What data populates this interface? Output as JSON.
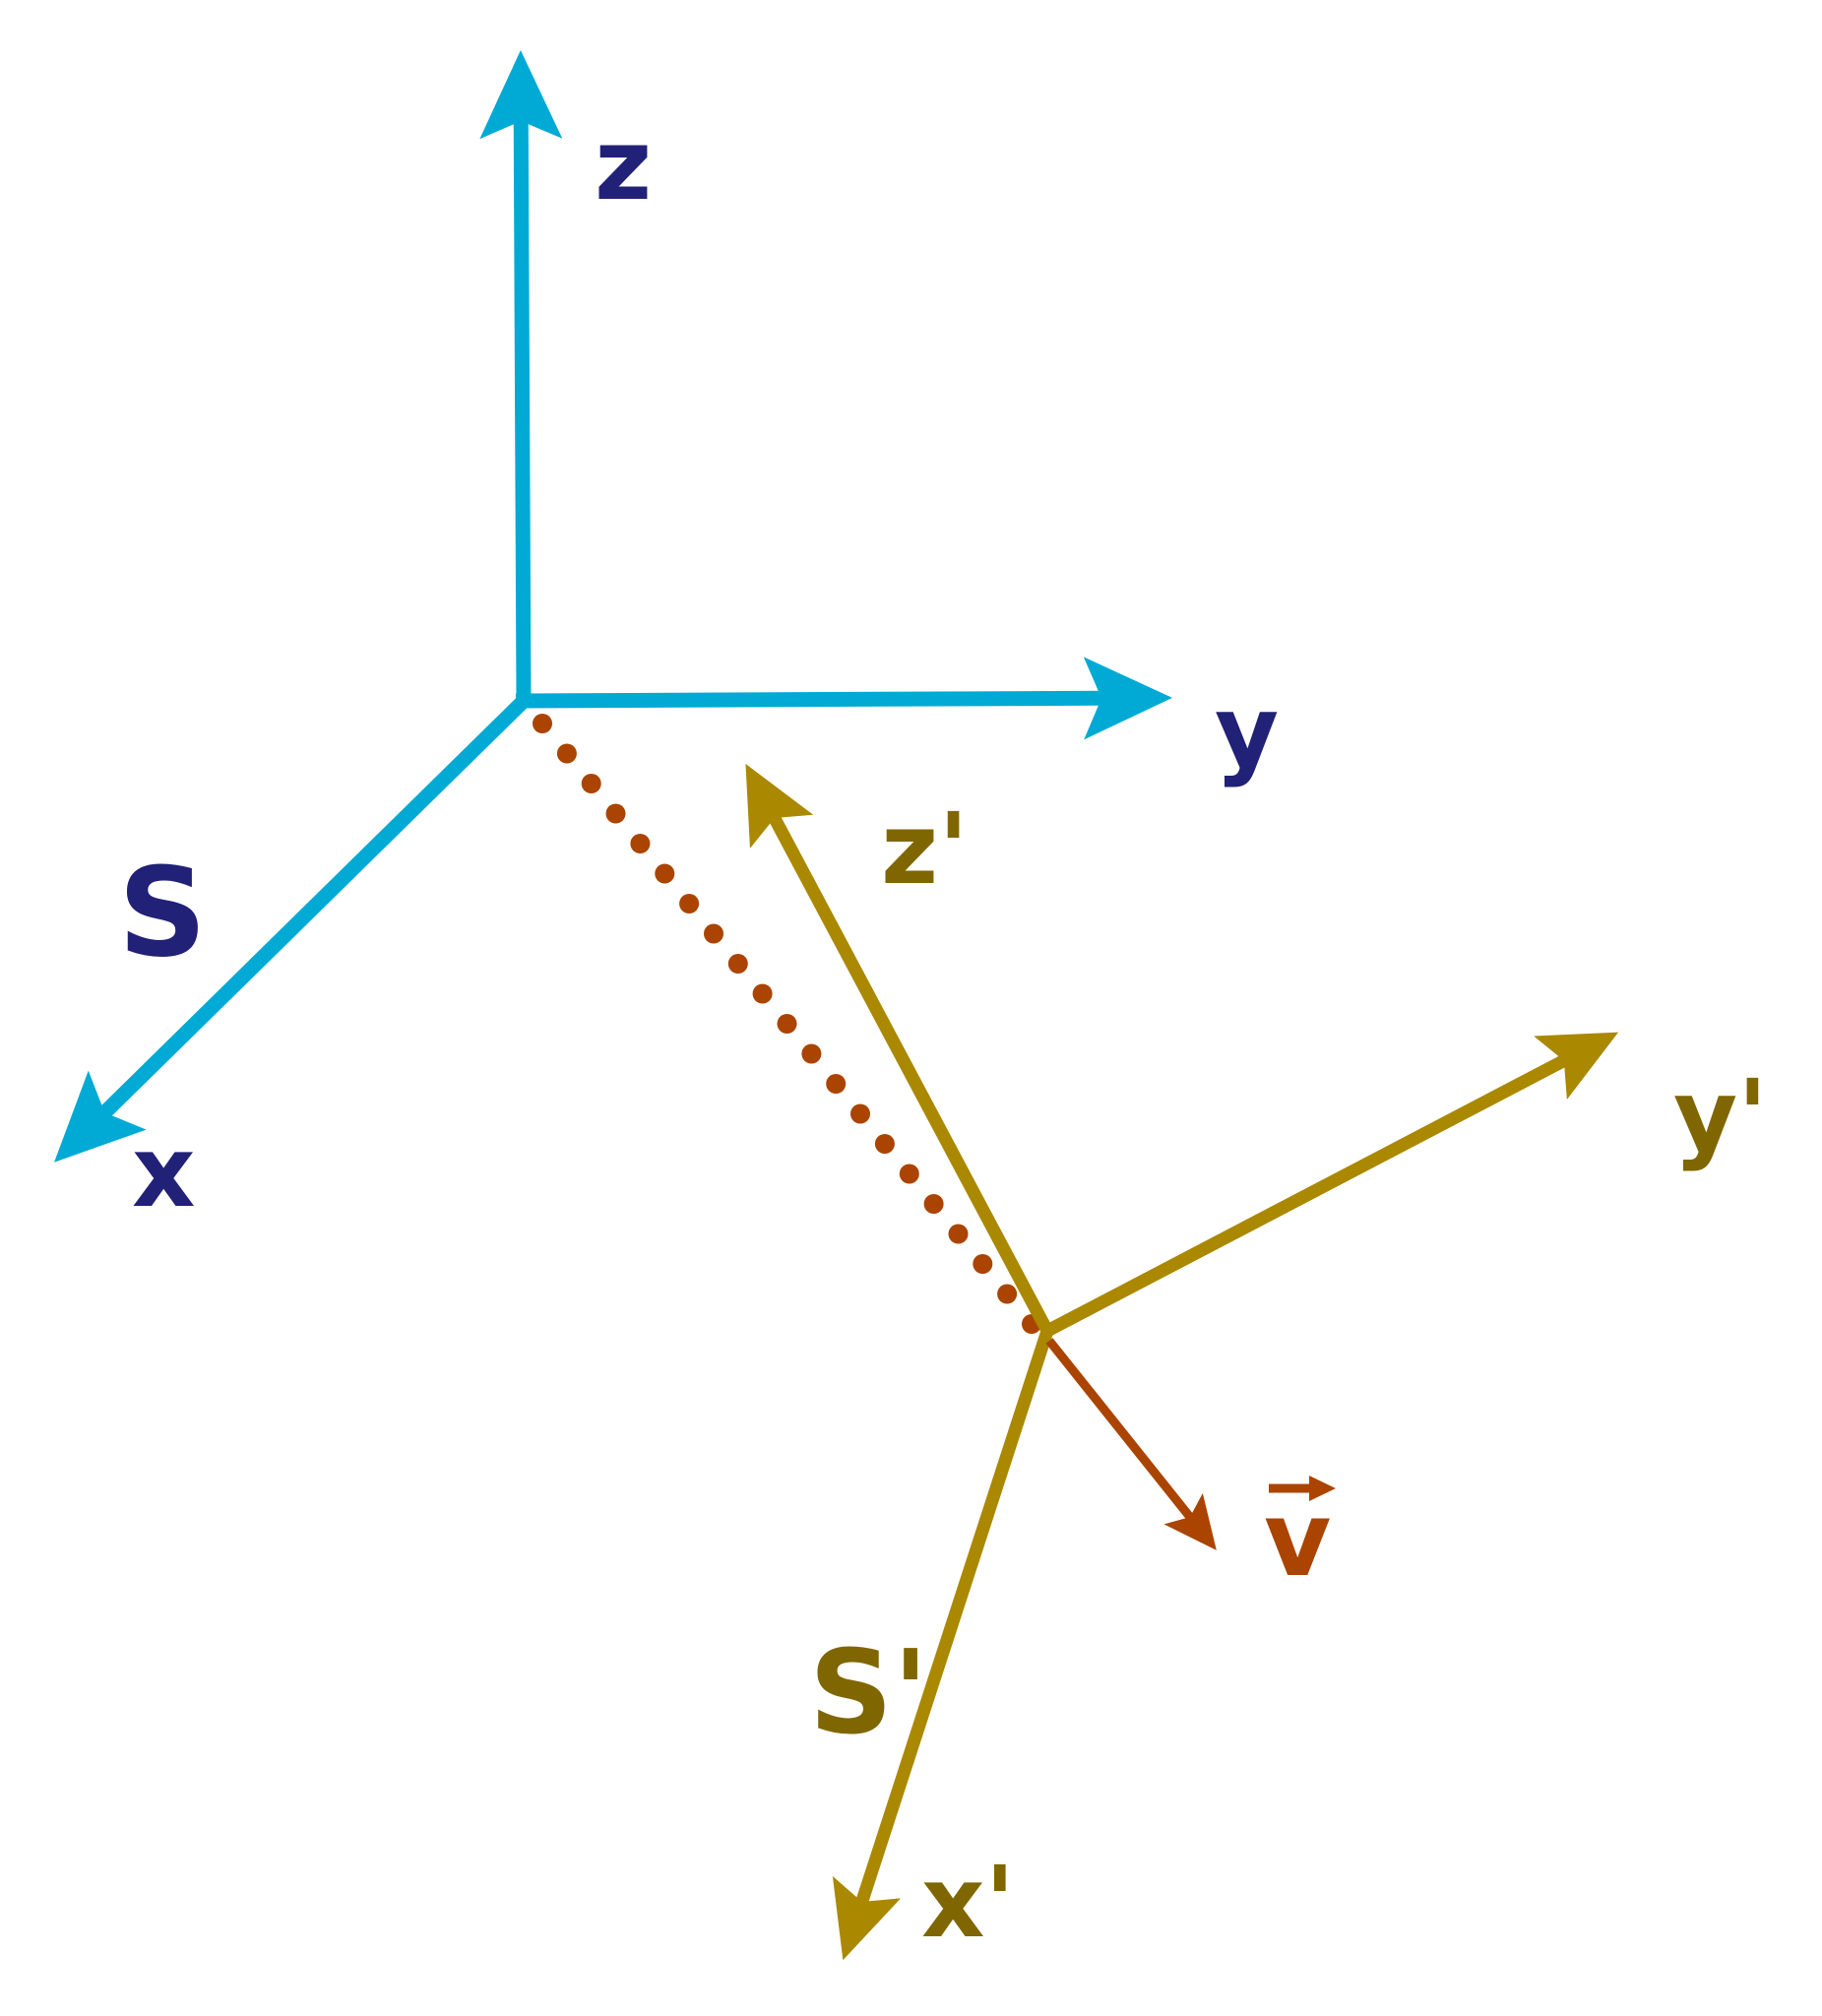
{
  "title": "Reference frames S and S' with relative velocity v",
  "colors": {
    "frame_s_axis": "#00aad4",
    "frame_s_label": "#212177",
    "frame_sp_axis": "#aa8800",
    "frame_sp_label": "#806600",
    "velocity": "#aa4400",
    "background": "#ffffff"
  },
  "frame_s": {
    "name": "S",
    "axes": [
      {
        "id": "x",
        "label": "x"
      },
      {
        "id": "y",
        "label": "y"
      },
      {
        "id": "z",
        "label": "z"
      }
    ]
  },
  "frame_s_prime": {
    "name": "S'",
    "axes": [
      {
        "id": "x",
        "label": "x'"
      },
      {
        "id": "y",
        "label": "y'"
      },
      {
        "id": "z",
        "label": "z'"
      }
    ]
  },
  "velocity": {
    "label": "v",
    "is_vector": true
  },
  "connector": {
    "style": "dotted",
    "description": "origin of S to origin of S'"
  }
}
